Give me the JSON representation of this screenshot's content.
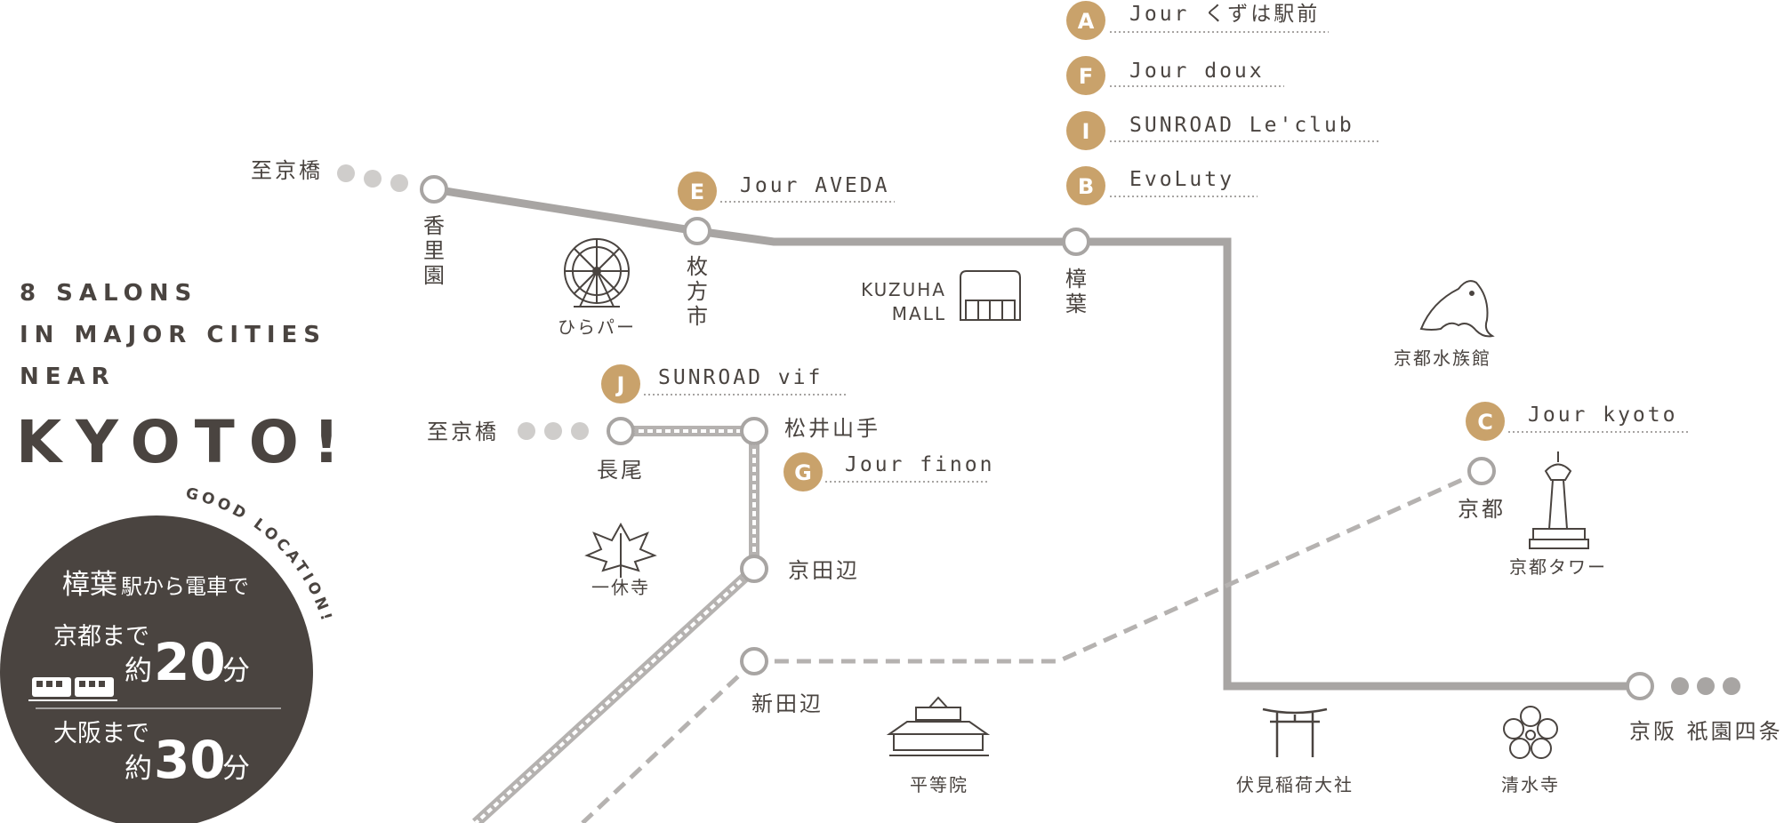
{
  "colors": {
    "main_line": "#a8a5a3",
    "sub_line": "#b5b2b0",
    "badge": "#c9a26b",
    "dark": "#4a4440",
    "dots": "#cfcdcb",
    "dots_dark": "#a8a5a3"
  },
  "headline": {
    "line1": "8 SALONS",
    "line2": "IN MAJOR CITIES",
    "line3": "NEAR",
    "big": "KYOTO!"
  },
  "info_circle": {
    "arc_text": "GOOD LOCATION!",
    "line1_big": "樟葉",
    "line1_small": "駅から電車で",
    "kyoto_label": "京都まで",
    "kyoto_approx": "約",
    "kyoto_minutes": "20",
    "kyoto_unit": "分",
    "osaka_label": "大阪まで",
    "osaka_approx": "約",
    "osaka_minutes": "30",
    "osaka_unit": "分"
  },
  "stations": {
    "kourien": "香里園",
    "hirakatashi": "枚方市",
    "kuzuha": "樟葉",
    "nagao": "長尾",
    "matsuiyamate": "松井山手",
    "kyotanabe": "京田辺",
    "shintanabe": "新田辺",
    "kyoto": "京都",
    "gion": "京阪 祇園四条",
    "to_kyobashi_1": "至京橋",
    "to_kyobashi_2": "至京橋"
  },
  "landmarks": {
    "hirapa": "ひらパー",
    "kuzuha_mall_1": "KUZUHA",
    "kuzuha_mall_2": "MALL",
    "aquarium": "京都水族館",
    "ikkyuji": "一休寺",
    "kyoto_tower": "京都タワー",
    "byodoin": "平等院",
    "fushimi": "伏見稲荷大社",
    "kiyomizu": "清水寺"
  },
  "salons": [
    {
      "letter": "A",
      "name": "Jour くずは駅前"
    },
    {
      "letter": "F",
      "name": "Jour doux"
    },
    {
      "letter": "I",
      "name": "SUNROAD Le'club"
    },
    {
      "letter": "B",
      "name": "EvoLuty"
    },
    {
      "letter": "E",
      "name": "Jour AVEDA"
    },
    {
      "letter": "J",
      "name": "SUNROAD vif"
    },
    {
      "letter": "G",
      "name": "Jour finon"
    },
    {
      "letter": "C",
      "name": "Jour kyoto"
    }
  ]
}
